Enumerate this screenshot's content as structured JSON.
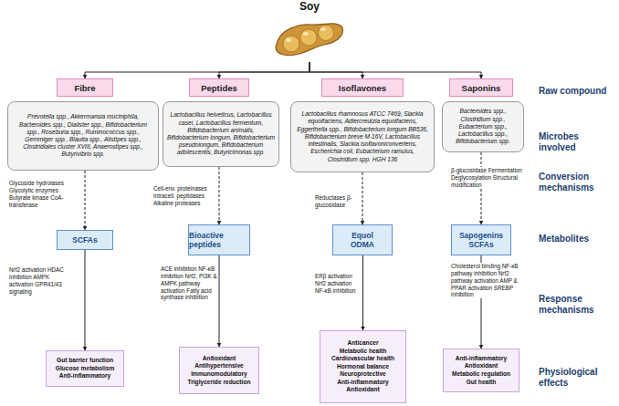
{
  "diagram": {
    "nodes": [
      {
        "text": [
          "Soy"
        ]
      },
      {
        "text": [
          "Fibre"
        ]
      },
      {
        "text": [
          "Peptides"
        ]
      },
      {
        "text": [
          "Isoflavones"
        ]
      },
      {
        "text": [
          "Saponins"
        ]
      },
      {
        "text": [
          "Prevotella spp., Akkermansia muciniphila, Bacteroides spp., Dialister spp., Bifidobacterium spp., Roseburia spp., Ruminococcus spp., Gemmiger spp., Blautia spp., Alistipes spp., Clostridiales cluster XVIII, Anaerostipes spp., Butyrivibrio spp."
        ]
      },
      {
        "text": [
          "Lactobacillus helveticus, Lactobacillus casei, Lactobacillus fermentum, Bifidobacterium animalis, Bifidobacterium longum, Bifidobacterium pseudolongum, Bifidobacterium adolescentis, Butyricimonas spp."
        ]
      },
      {
        "text": [
          "Lactobacillus rhamnosus ATCC 7469, Slackia equolfaciens, Adlercreutzia equolfaciens, Eggerthella spp., Bifidobacterium longum BB536, Bifidobacterium breve M-16V, Lactobacillus intestinalis, Slackia isoflavoniconvertens, Escherichia coli, Eubacterium ramulus, Clostridium spp. HGH 136"
        ]
      },
      {
        "text": [
          "Bacteroides spp., Clostridium spp., Eubacterium spp., Lactobacillus spp., Bifidobacterium spp."
        ]
      },
      {
        "text": [
          "SCFAs"
        ]
      },
      {
        "text": [
          "Bioactive peptides"
        ]
      },
      {
        "text": [
          "Equol",
          "ODMA"
        ]
      },
      {
        "text": [
          "Sapogenins",
          "SCFAs"
        ]
      },
      {
        "text": [
          "Gut barrier function",
          "Glucose metabolism",
          "Anti-inflammatory"
        ]
      },
      {
        "text": [
          "Antioxidant",
          "Antihypertensive",
          "Immunomodulatory",
          "Triglyceride reduction"
        ]
      },
      {
        "text": [
          "Anticancer",
          "Metabolic health",
          "Cardiovascular health",
          "Hormonal balance",
          "Neuroprotective",
          "Anti-inflammatory",
          "Antioxidant"
        ]
      },
      {
        "text": [
          "Anti-inflammatory",
          "Antioxidant",
          "Metabolic regulation",
          "Gut health"
        ]
      }
    ],
    "edges": [
      {
        "from": 0,
        "to": 1,
        "arrow": "to"
      },
      {
        "from": 0,
        "to": 2,
        "arrow": "to"
      },
      {
        "from": 0,
        "to": 3,
        "arrow": "to"
      },
      {
        "from": 0,
        "to": 4,
        "arrow": "to"
      },
      {
        "from": 5,
        "to": 9,
        "arrow": "to",
        "label": "Glycoside hydrolases Glycolytic enzymes Butyrate kinase CoA-transferase"
      },
      {
        "from": 6,
        "to": 10,
        "arrow": "to",
        "label": "Cell-env. proteinases Intracell. peptidases Alkaline proteases"
      },
      {
        "from": 7,
        "to": 11,
        "arrow": "to",
        "label": "Reductases β-glucosidase"
      },
      {
        "from": 8,
        "to": 12,
        "arrow": "to",
        "label": "β-glucosidase Fermentation Deglycosylation Structural modification"
      },
      {
        "from": 9,
        "to": 13,
        "arrow": "to",
        "label": "Nrf2 activation HDAC inhibition AMPK activation GPR41/43 signaling"
      },
      {
        "from": 10,
        "to": 14,
        "arrow": "to",
        "label": "ACE inhibition NF-κB inhibition Nrf2, PI3K & AMPK pathway activation Fatty acid synthase inhibition"
      },
      {
        "from": 11,
        "to": 15,
        "arrow": "to",
        "label": "ERβ activation Nrf2 activation NF-κB inhibition"
      },
      {
        "from": 12,
        "to": 16,
        "arrow": "to",
        "label": "Cholesterol binding NF-κB pathway inhibition Nrf2 pathway activation AMP & PPAR activation SREBP inhibition"
      }
    ],
    "labels": [
      "Raw compound",
      "Microbes involved",
      "Conversion mechanisms",
      "Metabolites",
      "Response mechanisms",
      "Physiological effects"
    ]
  }
}
